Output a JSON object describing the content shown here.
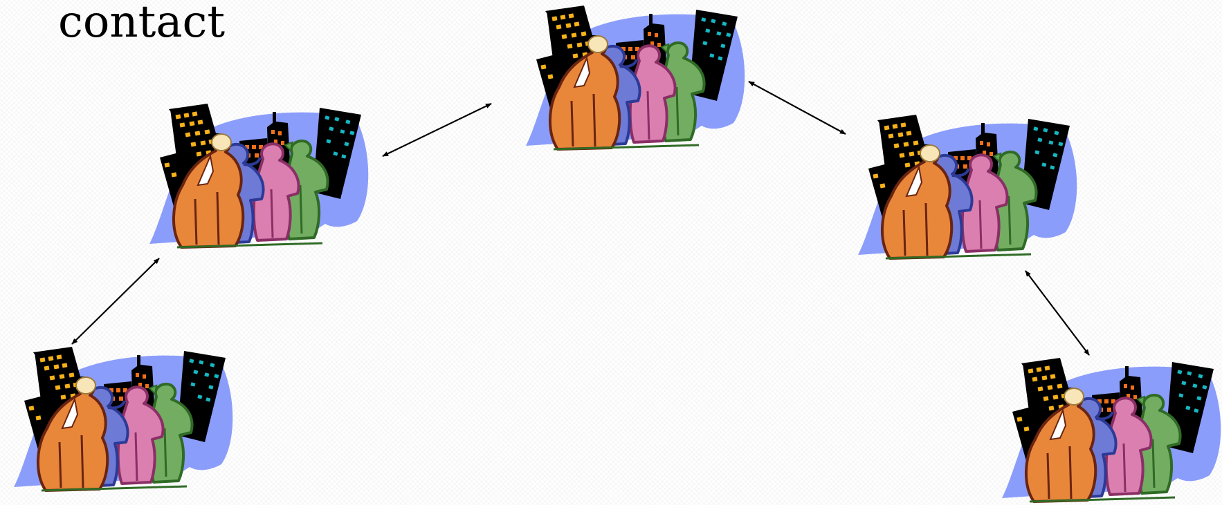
{
  "slide": {
    "title": "contact"
  },
  "diagram": {
    "node_icon": "crowd-city-clipart",
    "nodes": [
      "group-1",
      "group-2",
      "group-3",
      "group-4",
      "group-5"
    ],
    "edges": [
      {
        "from": "group-1",
        "to": "group-2",
        "type": "bidirectional"
      },
      {
        "from": "group-2",
        "to": "group-3",
        "type": "bidirectional"
      },
      {
        "from": "group-3",
        "to": "group-4",
        "type": "bidirectional"
      },
      {
        "from": "group-4",
        "to": "group-5",
        "type": "bidirectional"
      }
    ],
    "colors": {
      "sky": "#8b9dfb",
      "building": "#000000",
      "window_yellow": "#f7b21a",
      "window_orange": "#f0701a",
      "window_cyan": "#16b8c4",
      "person_orange": "#e8863a",
      "person_blue": "#6d7bd6",
      "person_pink": "#db7fb0",
      "person_green": "#72ad62",
      "face": "#f8e6b8",
      "outline_dark": "#5b2a18",
      "arrow": "#000000"
    }
  }
}
